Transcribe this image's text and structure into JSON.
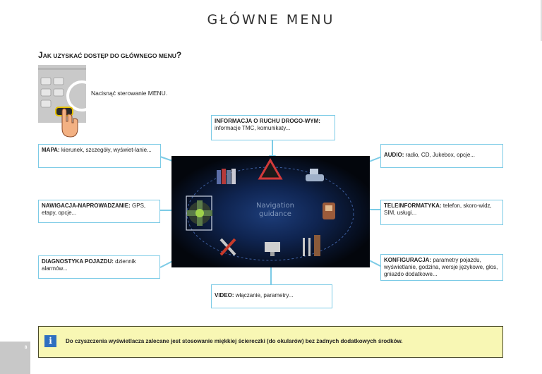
{
  "page": {
    "title": "GŁÓWNE MENU",
    "page_number": "8"
  },
  "section": {
    "heading_cap": "J",
    "heading_rest": "AK UZYSKAĆ DOSTĘP DO GŁÓWNEGO MENU",
    "heading_q": "?",
    "instruction": "Nacisnąć sterowanie MENU."
  },
  "screen": {
    "center_line1": "Navigation",
    "center_line2": "guidance"
  },
  "boxes": {
    "traffic": {
      "bold": "INFORMACJA O RUCHU DROGO-WYM:",
      "text": " informacje TMC, komunikaty..."
    },
    "map": {
      "bold": "MAPA:",
      "text": " kierunek, szczegóły, wyświet-lanie..."
    },
    "navigation": {
      "bold": "NAWIGACJA-NAPROWADZANIE:",
      "text": " GPS, etapy, opcje..."
    },
    "diagnostics": {
      "bold": "DIAGNOSTYKA POJAZDU:",
      "text": " dziennik alarmów..."
    },
    "video": {
      "bold": "VIDEO:",
      "text": " włączanie, parametry..."
    },
    "audio": {
      "bold": "AUDIO:",
      "text": " radio, CD, Jukebox, opcje..."
    },
    "telematics": {
      "bold": "TELEINFORMATYKA:",
      "text": " telefon, skoro-widz, SIM, usługi..."
    },
    "configuration": {
      "bold": "KONFIGURACJA:",
      "text": " parametry pojazdu, wyświetlanie, godzina, wersje językowe, głos, gniazdo dodatkowe..."
    }
  },
  "tip": {
    "icon": "i",
    "text": "Do czyszczenia wyświetlacza zalecane jest stosowanie miękkiej ściereczki (do okularów) bez żadnych dodatkowych środków."
  },
  "colors": {
    "accent_blue": "#7ccbe6",
    "tip_background": "#f8f7b4",
    "info_icon": "#2f6fc0"
  },
  "icons": {
    "hand": "pointing-hand-icon",
    "info": "info-icon",
    "map": "map-books-icon",
    "traffic": "warning-triangle-icon",
    "audio": "audio-icon",
    "telematics": "phone-icon",
    "configuration": "settings-sliders-icon",
    "video": "video-screen-icon",
    "diagnostics": "tools-icon",
    "navigation": "joystick-icon"
  }
}
